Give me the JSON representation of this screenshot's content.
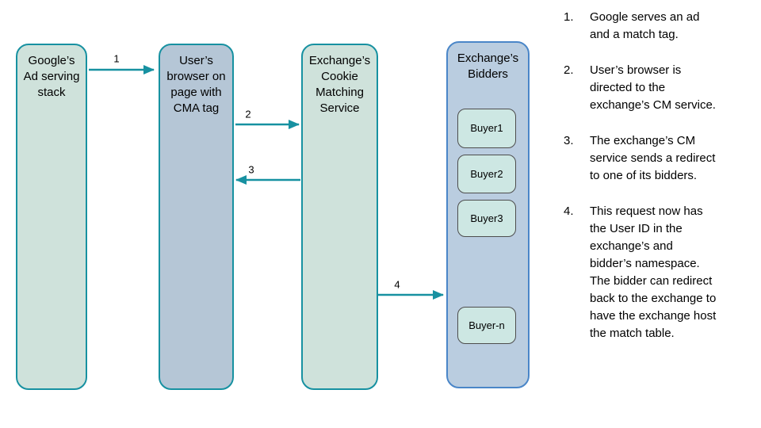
{
  "colors": {
    "accent_teal": "#1791a1",
    "green_box_fill": "#cfe2db",
    "bluegray_box_fill": "#b5c6d6",
    "bidders_box_fill": "#bacde0",
    "bidders_box_border": "#4a86c8",
    "buyer_box_fill": "#cde7e3",
    "buyer_box_border": "#4d4d4d",
    "text": "#000000"
  },
  "diagram": {
    "boxes": [
      {
        "label": "Google’s Ad serving stack"
      },
      {
        "label": "User’s browser on page with CMA tag"
      },
      {
        "label": "Exchange’s Cookie Matching Service"
      },
      {
        "label": "Exchange’s Bidders"
      }
    ],
    "buyers": [
      {
        "label": "Buyer1"
      },
      {
        "label": "Buyer2"
      },
      {
        "label": "Buyer3"
      },
      {
        "label": "Buyer-n"
      }
    ],
    "arrows": [
      {
        "label": "1"
      },
      {
        "label": "2"
      },
      {
        "label": "3"
      },
      {
        "label": "4"
      }
    ]
  },
  "steps": [
    {
      "num": "1.",
      "text": "Google serves an ad and a match tag."
    },
    {
      "num": "2.",
      "text": "User’s browser is directed to the exchange’s CM service."
    },
    {
      "num": "3.",
      "text": "The exchange’s CM service sends a redirect to one of its bidders."
    },
    {
      "num": "4.",
      "text": "This request now has the User ID in the exchange’s and bidder’s namespace. The bidder can redirect back to the exchange to have the exchange host the match table."
    }
  ]
}
